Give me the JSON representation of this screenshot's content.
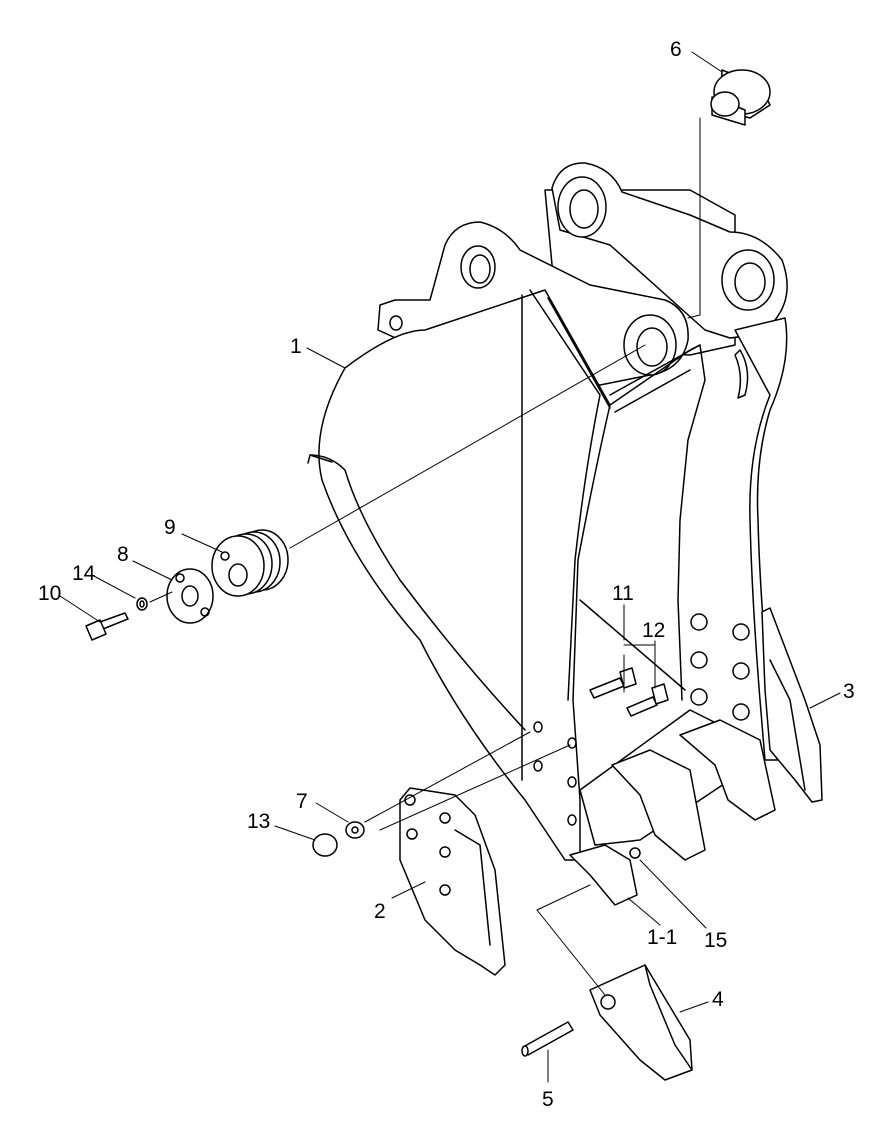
{
  "callouts": [
    {
      "id": "p1",
      "text": "1"
    },
    {
      "id": "p1_1",
      "text": "1-1"
    },
    {
      "id": "p2",
      "text": "2"
    },
    {
      "id": "p3",
      "text": "3"
    },
    {
      "id": "p4",
      "text": "4"
    },
    {
      "id": "p5",
      "text": "5"
    },
    {
      "id": "p6",
      "text": "6"
    },
    {
      "id": "p7",
      "text": "7"
    },
    {
      "id": "p8",
      "text": "8"
    },
    {
      "id": "p9",
      "text": "9"
    },
    {
      "id": "p10",
      "text": "10"
    },
    {
      "id": "p11",
      "text": "11"
    },
    {
      "id": "p12",
      "text": "12"
    },
    {
      "id": "p13",
      "text": "13"
    },
    {
      "id": "p14",
      "text": "14"
    },
    {
      "id": "p15",
      "text": "15"
    }
  ]
}
